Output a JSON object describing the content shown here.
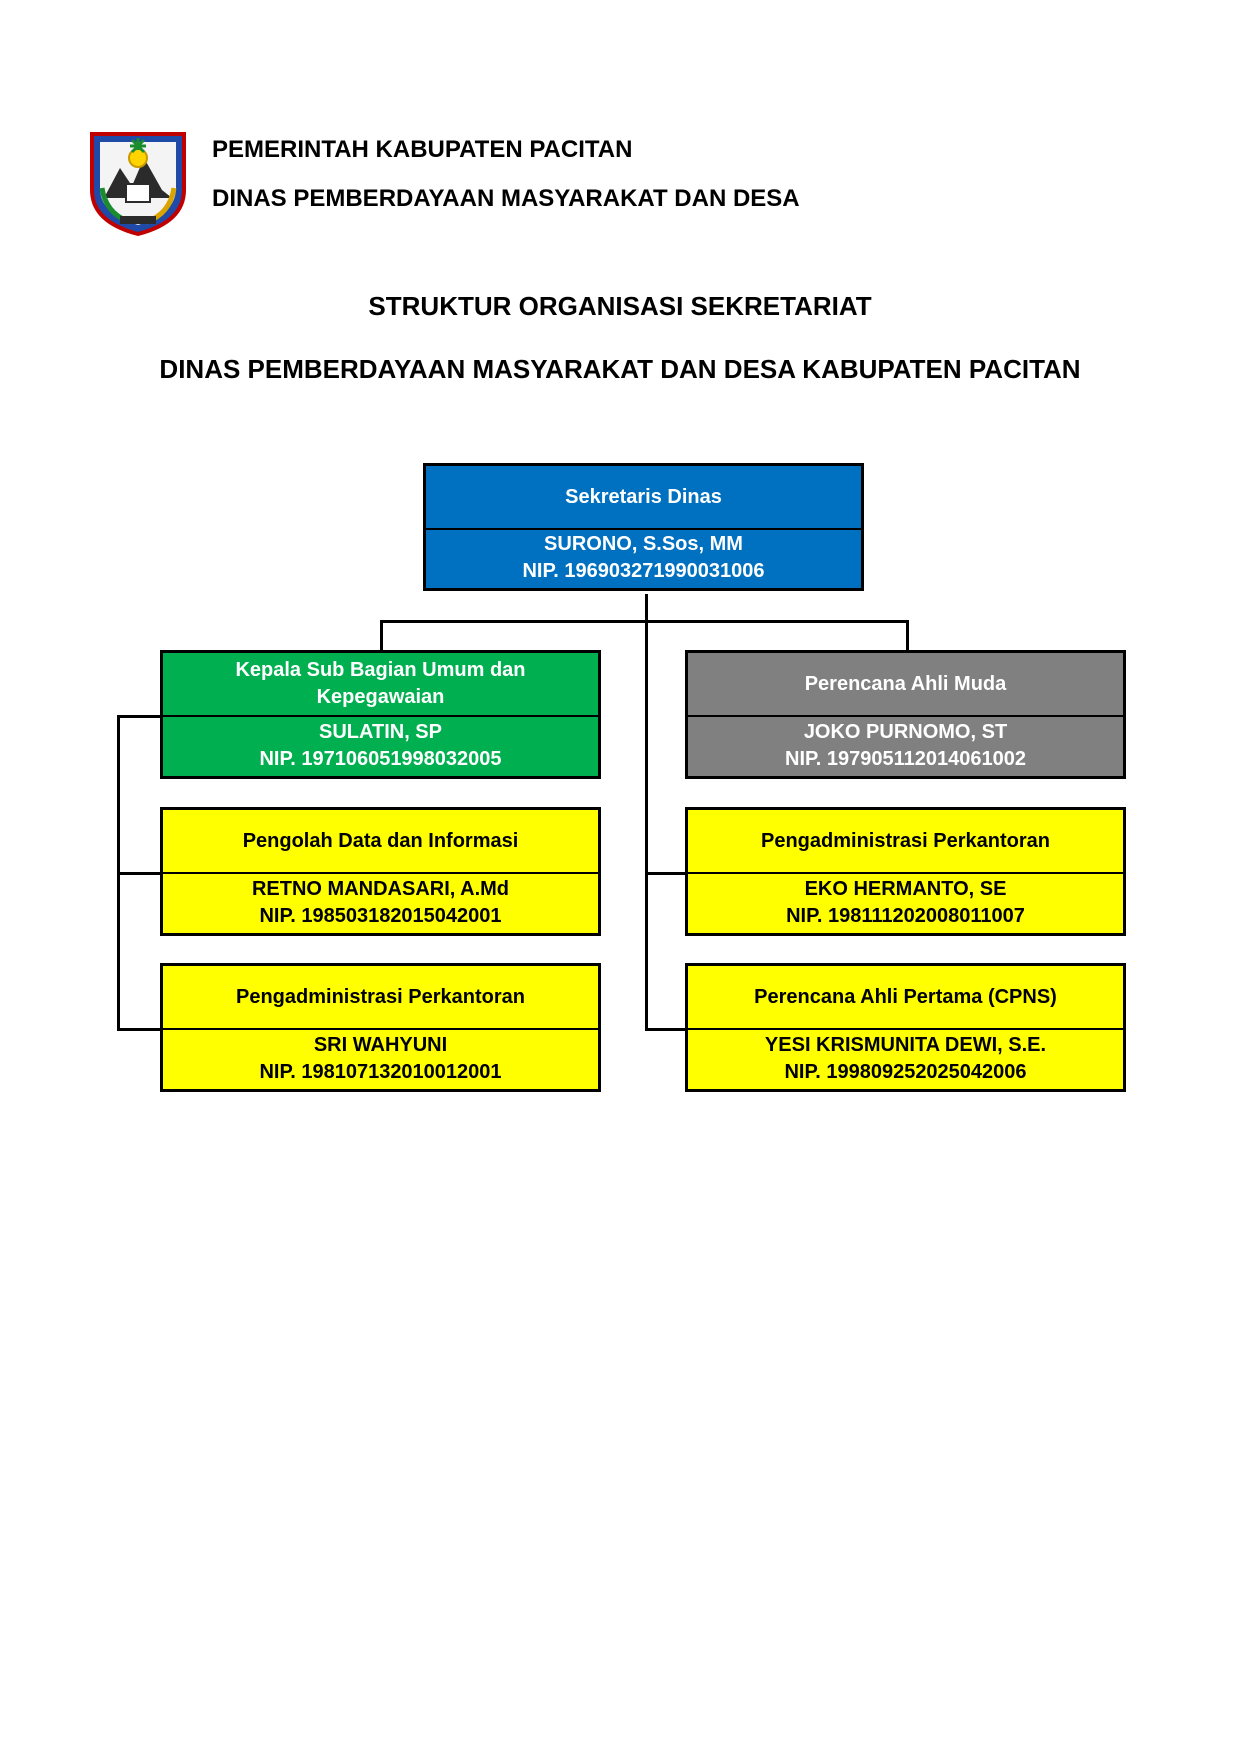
{
  "header": {
    "logo_icon": "kabupaten-pacitan-emblem",
    "line1": "PEMERINTAH KABUPATEN PACITAN",
    "line2": "DINAS PEMBERDAYAAN MASYARAKAT DAN DESA"
  },
  "title": {
    "line1": "STRUKTUR ORGANISASI SEKRETARIAT",
    "line2": "DINAS PEMBERDAYAAN MASYARAKAT DAN DESA KABUPATEN PACITAN"
  },
  "colors": {
    "sekretaris": "#0070c0",
    "kasubag": "#00b050",
    "perencana_muda": "#808080",
    "staff": "#ffff00"
  },
  "org": {
    "sekretaris": {
      "role": "Sekretaris Dinas",
      "name": "SURONO, S.Sos, MM",
      "nip": "NIP. 196903271990031006"
    },
    "kasubag": {
      "role": "Kepala Sub Bagian Umum dan Kepegawaian",
      "name": "SULATIN, SP",
      "nip": "NIP. 197106051998032005"
    },
    "perencana_muda": {
      "role": "Perencana Ahli Muda",
      "name": "JOKO PURNOMO, ST",
      "nip": "NIP. 197905112014061002"
    },
    "left_staff": [
      {
        "role": "Pengolah Data dan Informasi",
        "name": "RETNO MANDASARI, A.Md",
        "nip": "NIP. 198503182015042001"
      },
      {
        "role": "Pengadministrasi Perkantoran",
        "name": "SRI WAHYUNI",
        "nip": "NIP. 198107132010012001"
      }
    ],
    "right_staff": [
      {
        "role": "Pengadministrasi Perkantoran",
        "name": "EKO HERMANTO, SE",
        "nip": "NIP. 198111202008011007"
      },
      {
        "role": "Perencana Ahli Pertama (CPNS)",
        "name": "YESI KRISMUNITA DEWI, S.E.",
        "nip": "NIP. 199809252025042006"
      }
    ]
  }
}
